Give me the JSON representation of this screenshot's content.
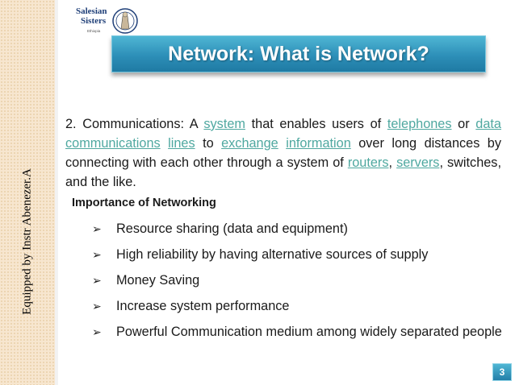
{
  "sidebar": {
    "credit": "Equipped by Instr Abenezer.A"
  },
  "logo": {
    "line1": "Salesian",
    "line2": "Sisters",
    "sub": "Ethiopia"
  },
  "title": "Network: What is Network?",
  "paragraph": {
    "p1": "2. Communications: A ",
    "l1": "system",
    "p2": " that enables users of ",
    "l2": "telephones",
    "p3": " or ",
    "l3": "data communications",
    "p4": " ",
    "l4": "lines",
    "p5": " to ",
    "l5": "exchange",
    "p6": " ",
    "l6": "information",
    "p7": " over long distances by connecting with each other through a system of ",
    "l7": "routers",
    "p8": ", ",
    "l8": "servers",
    "p9": ", switches, and the like."
  },
  "subheading": "Importance of Networking",
  "bullet_marker": "➢",
  "bullets": [
    "Resource sharing (data and equipment)",
    "High reliability by having alternative sources of supply",
    "Money Saving",
    "Increase system performance",
    "Powerful Communication medium among widely separated people"
  ],
  "page_number": "3",
  "colors": {
    "title_bar": "#2d8fb8",
    "link": "#4fa8a0",
    "sidebar": "#f7e6cf"
  }
}
